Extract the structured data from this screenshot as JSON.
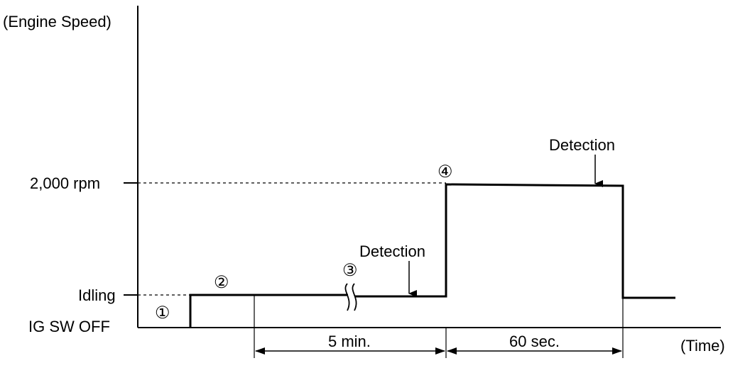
{
  "axes": {
    "y_label": "(Engine Speed)",
    "x_label": "(Time)"
  },
  "levels": {
    "high": "2,000 rpm",
    "idle": "Idling",
    "off": "IG SW OFF"
  },
  "steps": [
    "①",
    "②",
    "③",
    "④"
  ],
  "annotations": {
    "detection_1": "Detection",
    "detection_2": "Detection"
  },
  "durations": {
    "first": "5 min.",
    "second": "60 sec."
  }
}
